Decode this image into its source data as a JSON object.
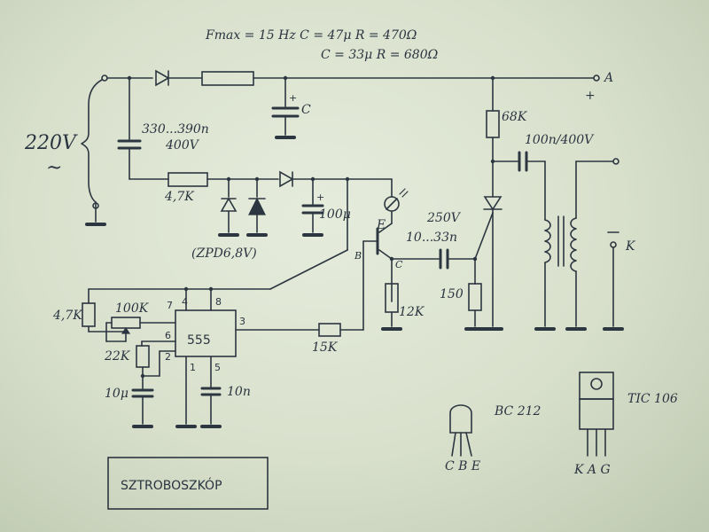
{
  "header": {
    "line1": "Fmax = 15 Hz   C = 47μ   R = 470Ω",
    "line2": "C = 33μ   R = 680Ω"
  },
  "labels": {
    "mains": "220V",
    "mains_ac": "~",
    "node_a": "A",
    "node_a_plus": "+",
    "cap_series": "330...390n",
    "cap_series_v": "400V",
    "cap_c": "C",
    "res_4k7_top": "4,7K",
    "zener": "(ZPD6,8V)",
    "cap_100u": "100μ",
    "res_68k": "68K",
    "cap_100n": "100n/400V",
    "cap_10_33n": "10...33n",
    "cap_250v": "250V",
    "node_k": "K",
    "res_150": "150",
    "res_12k": "12K",
    "res_15k": "15K",
    "res_4k7_left": "4,7K",
    "pot_100k": "100K",
    "res_22k": "22K",
    "cap_10u": "10μ",
    "cap_10n": "10n",
    "chip": "555",
    "pin7": "7",
    "pin4": "4",
    "pin8": "8",
    "pin3": "3",
    "pin6": "6",
    "pin2": "2",
    "pin1": "1",
    "pin5": "5",
    "tr_e": "E",
    "tr_b": "B",
    "tr_c": "C",
    "bc212": "BC 212",
    "bc212_pins": "C B E",
    "tic106": "TIC 106",
    "tic106_pins": "K A G",
    "title": "SZTROBOSZKÓP"
  }
}
